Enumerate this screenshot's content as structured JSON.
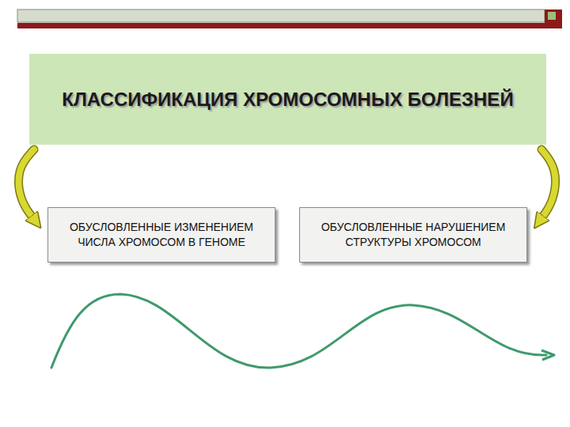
{
  "diagram": {
    "nodes": [
      {
        "text": [
          "КЛАССИФИКАЦИЯ ХРОМОСОМНЫХ БОЛЕЗНЕЙ"
        ]
      },
      {
        "text": [
          "ОБУСЛОВЛЕННЫЕ ИЗМЕНЕНИЕМ ЧИСЛА ХРОМОСОМ В ГЕНОМЕ"
        ]
      },
      {
        "text": [
          "ОБУСЛОВЛЕННЫЕ НАРУШЕНИЕМ СТРУКТУРЫ ХРОМОСОМ"
        ]
      }
    ],
    "edges": [
      {
        "from": 0,
        "to": 1,
        "arrow": "to"
      },
      {
        "from": 0,
        "to": 2,
        "arrow": "to"
      }
    ]
  }
}
